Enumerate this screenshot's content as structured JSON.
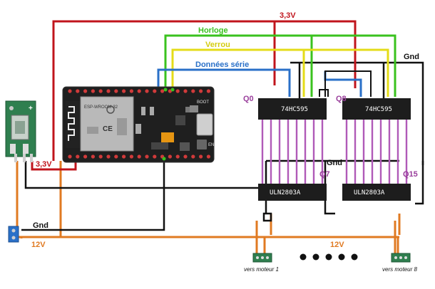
{
  "labels": {
    "v33_top": "3,3V",
    "v33_left": "3,3V",
    "clock": "Horloge",
    "latch": "Verrou",
    "data": "Données série",
    "gnd_right": "Gnd",
    "gnd_mid": "Gnd",
    "gnd_left": "Gnd",
    "v12_left": "12V",
    "v12_mid": "12V",
    "motor1": "vers moteur 1",
    "motor8": "vers moteur 8"
  },
  "chips": {
    "sr1_name": "74HC595",
    "sr2_name": "74HC595",
    "drv1_name": "ULN2803A",
    "drv2_name": "ULN2803A",
    "sr1_first": "Q0",
    "sr1_last": "Q7",
    "sr2_first": "Q8",
    "sr2_last": "Q15"
  },
  "board": {
    "module_name": "ESP-WROOM-32",
    "mark_ce": "CE",
    "btn_boot": "BOOT",
    "btn_en": "EN"
  },
  "colors": {
    "v33": "#c0141c",
    "clock": "#3ac21e",
    "latch": "#e4dc18",
    "data": "#2a70c8",
    "gnd": "#111111",
    "v12": "#e07a22",
    "q": "#b05ab8",
    "board": "#1f1f1f",
    "regulator": "#2f7f4f"
  }
}
